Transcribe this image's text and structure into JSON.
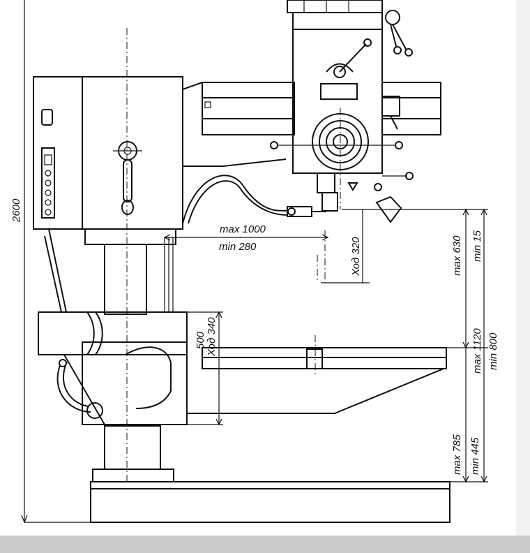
{
  "dimensions": {
    "overall_height": "2600",
    "arm_reach_max": "max 1000",
    "arm_reach_min": "min 280",
    "spindle_travel": "Ход 320",
    "spindle_to_table_max": "max 630",
    "spindle_to_table_min": "min 15",
    "table_block_height": "500",
    "table_travel": "Ход 340",
    "spindle_to_base_max": "max 1120",
    "spindle_to_base_min": "min 800",
    "table_to_base_max": "max 785",
    "table_to_base_min": "min 445"
  },
  "colors": {
    "line": "#111111",
    "background": "#ffffff",
    "bottom_bar": "#c9c9c9",
    "right_strip": "#f2f2f2"
  }
}
